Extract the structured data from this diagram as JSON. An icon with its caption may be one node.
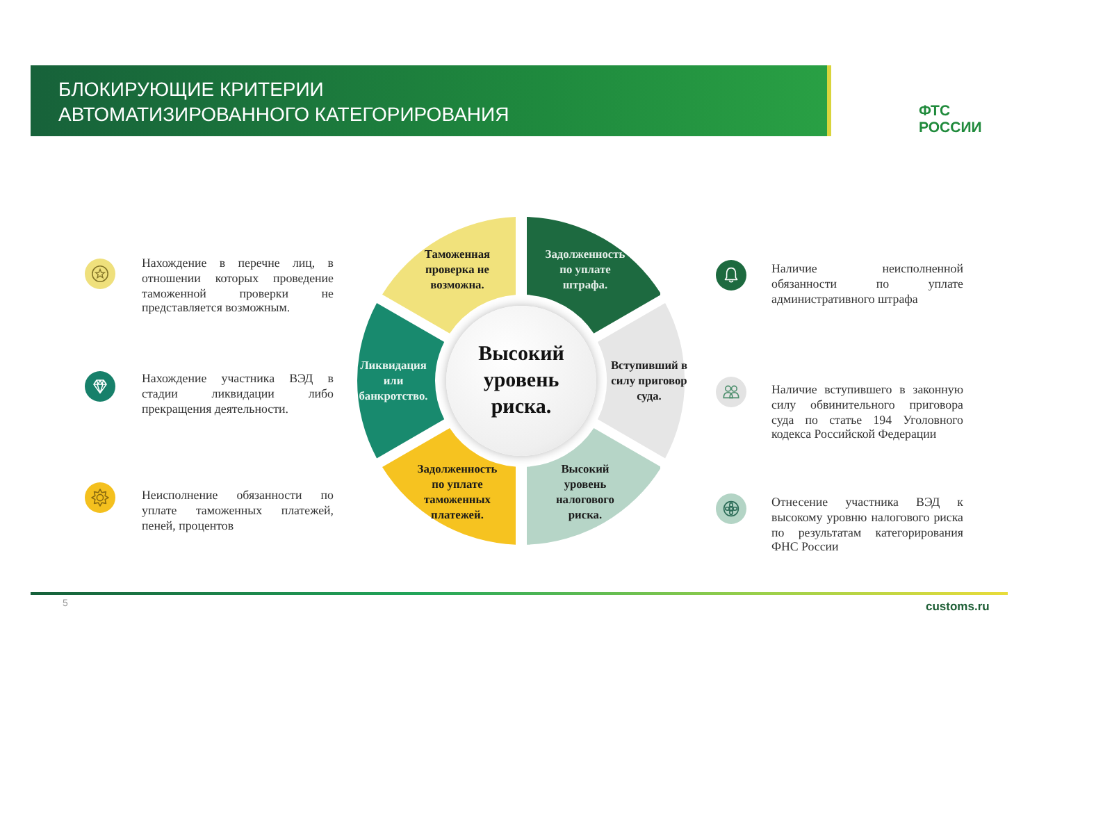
{
  "diagram": {
    "title": "БЛОКИРУЮЩИЕ КРИТЕРИИ АВТОМАТИЗИРОВАННОГО КАТЕГОРИРОВАНИЯ",
    "nodes": [
      {
        "text": [
          "Таможенная проверка не возможна."
        ]
      },
      {
        "text": [
          "Задолженность по уплате штрафа."
        ]
      },
      {
        "text": [
          "Ликвидация или банкротство."
        ]
      },
      {
        "text": [
          "Высокий уровень риска."
        ]
      },
      {
        "text": [
          "Вступивший в силу приговор суда."
        ]
      },
      {
        "text": [
          "Задолженность по уплате таможенных платежей."
        ]
      },
      {
        "text": [
          "Высокий уровень налогового риска."
        ]
      }
    ],
    "labels": [
      "ФТС РОССИИ",
      "Нахождение в перечне лиц, в отношении которых проведение таможенной проверки не представляется возможным.",
      "Наличие неисполненной обязанности по уплате административного штрафа",
      "Нахождение участника ВЭД в стадии ликвидации либо прекращения деятельности.",
      "Наличие вступившего в законную силу обвинительного приговора суда по статье 194 Уголовного кодекса Российской Федерации",
      "Неисполнение обязанности по уплате таможенных платежей, пеней, процентов",
      "Отнесение участника ВЭД к высокому уровню налогового риска по результатам категорирования ФНС России",
      "5",
      "customs.ru"
    ]
  }
}
